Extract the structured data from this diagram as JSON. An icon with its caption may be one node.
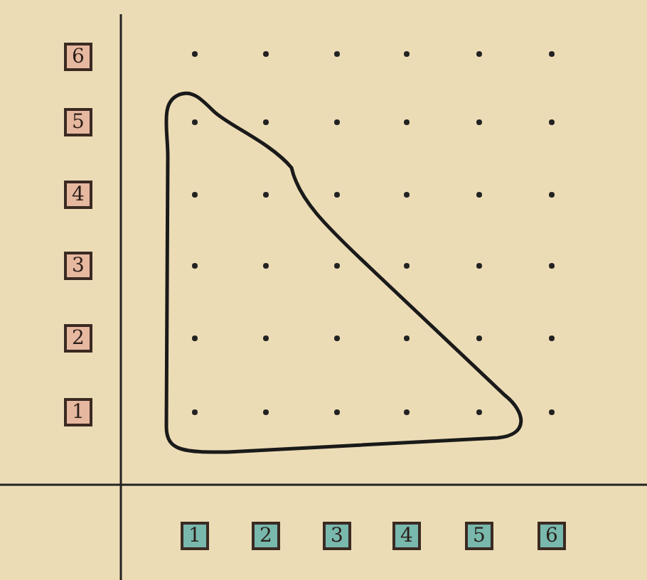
{
  "diagram": {
    "nodes": [
      {
        "text": [
          "6"
        ]
      },
      {
        "text": [
          "5"
        ]
      },
      {
        "text": [
          "4"
        ]
      },
      {
        "text": [
          "3"
        ]
      },
      {
        "text": [
          "2"
        ]
      },
      {
        "text": [
          "1"
        ]
      },
      {
        "text": [
          "1"
        ]
      },
      {
        "text": [
          "2"
        ]
      },
      {
        "text": [
          "3"
        ]
      },
      {
        "text": [
          "4"
        ]
      },
      {
        "text": [
          "5"
        ]
      },
      {
        "text": [
          "6"
        ]
      }
    ]
  }
}
